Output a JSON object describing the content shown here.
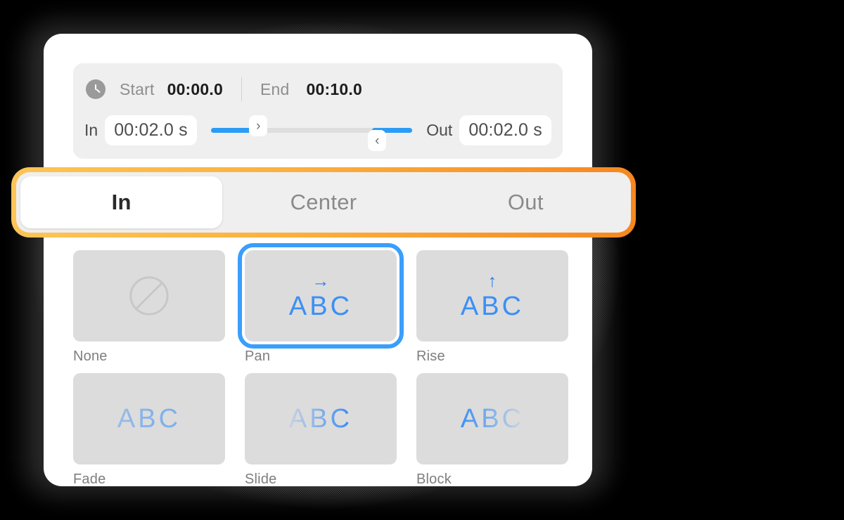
{
  "timing": {
    "clock_icon": "clock-icon",
    "start_label": "Start",
    "start_value": "00:00.0",
    "end_label": "End",
    "end_value": "00:10.0",
    "in_label": "In",
    "in_value": "00:02.0 s",
    "out_label": "Out",
    "out_value": "00:02.0 s",
    "slider": {
      "in_handle_icon": "chevron-right-icon",
      "in_handle_glyph": "›",
      "out_handle_icon": "chevron-left-icon",
      "out_handle_glyph": "‹",
      "in_fill_percent": 21,
      "out_fill_percent": 20,
      "fill_color": "#2b9cf5",
      "track_color": "#dedede"
    }
  },
  "segmented_control": {
    "highlighted": true,
    "highlight_color_start": "#fcc556",
    "highlight_color_end": "#f6871f",
    "selected": "In",
    "tabs": [
      {
        "label": "In",
        "active": true
      },
      {
        "label": "Center",
        "active": false
      },
      {
        "label": "Out",
        "active": false
      }
    ]
  },
  "presets": {
    "selected": "Pan",
    "selection_color": "#3a9efc",
    "preview_text": "ABC",
    "items": [
      {
        "label": "None",
        "preview": "none",
        "icon": "circle-slash-icon",
        "arrow": "",
        "selected": false
      },
      {
        "label": "Pan",
        "preview": "arrow",
        "icon": "arrow-right-icon",
        "arrow": "→",
        "selected": true
      },
      {
        "label": "Rise",
        "preview": "arrow",
        "icon": "arrow-up-icon",
        "arrow": "↑",
        "selected": false
      },
      {
        "label": "Fade",
        "preview": "fade-even",
        "icon": "",
        "arrow": "",
        "selected": false
      },
      {
        "label": "Slide",
        "preview": "fade-ltr",
        "icon": "",
        "arrow": "",
        "selected": false
      },
      {
        "label": "Block",
        "preview": "fade-rtl",
        "icon": "",
        "arrow": "",
        "selected": false
      }
    ]
  }
}
